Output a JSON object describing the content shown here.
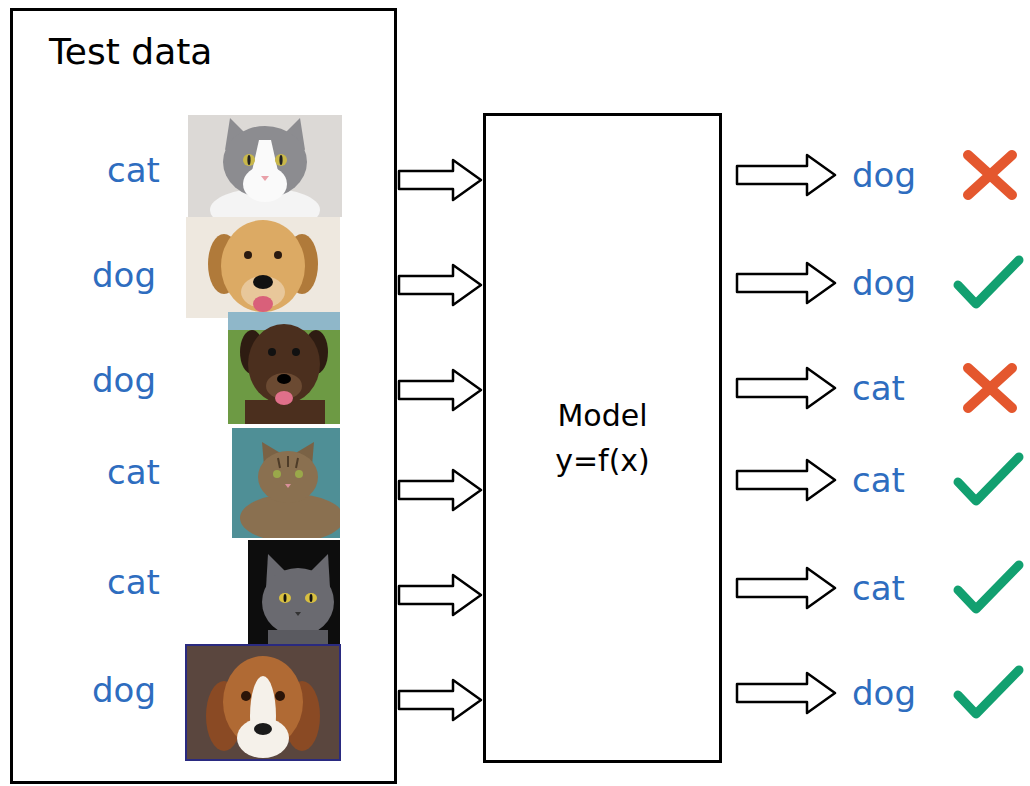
{
  "diagram": {
    "nodes": [
      {
        "text": [
          "Test data"
        ]
      },
      {
        "text": [
          "Model y=f(x)"
        ]
      }
    ],
    "edges": [
      {
        "from": 0,
        "to": 1,
        "arrow": "to"
      },
      {
        "from": 0,
        "to": 1,
        "arrow": "to"
      },
      {
        "from": 0,
        "to": 1,
        "arrow": "to"
      },
      {
        "from": 0,
        "to": 1,
        "arrow": "to"
      },
      {
        "from": 0,
        "to": 1,
        "arrow": "to"
      },
      {
        "from": 0,
        "to": 1,
        "arrow": "to"
      }
    ],
    "labels": [
      "cat",
      "dog",
      "dog",
      "cat",
      "cat",
      "dog",
      "dog",
      "dog",
      "cat",
      "cat",
      "cat",
      "dog"
    ]
  }
}
